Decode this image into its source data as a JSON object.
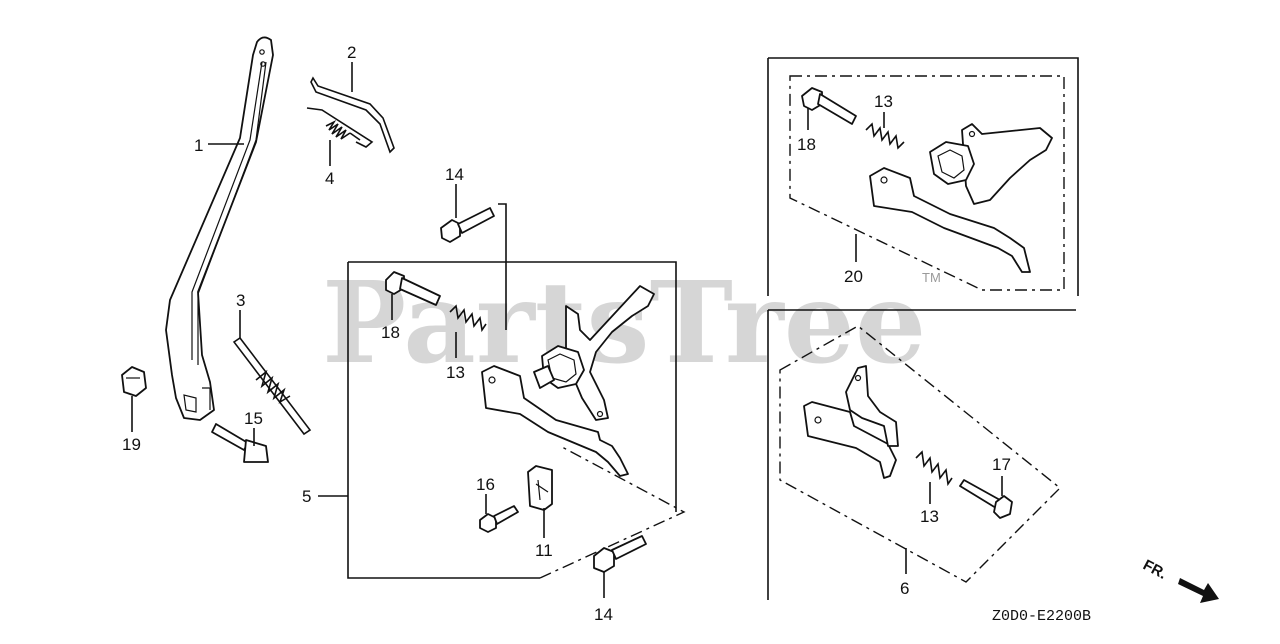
{
  "watermark": {
    "text": "PartsTree",
    "trademark": "TM"
  },
  "diagram_code": "Z0D0-E2200B",
  "front_indicator": {
    "text": "FR.",
    "icon": "front-direction-arrow-icon"
  },
  "callouts": {
    "c1": "1",
    "c2": "2",
    "c3": "3",
    "c4": "4",
    "c5": "5",
    "c6": "6",
    "c11": "11",
    "c13a": "13",
    "c13b": "13",
    "c13c": "13",
    "c14a": "14",
    "c14b": "14",
    "c15": "15",
    "c16": "16",
    "c17": "17",
    "c18a": "18",
    "c18b": "18",
    "c19": "19",
    "c20": "20"
  }
}
